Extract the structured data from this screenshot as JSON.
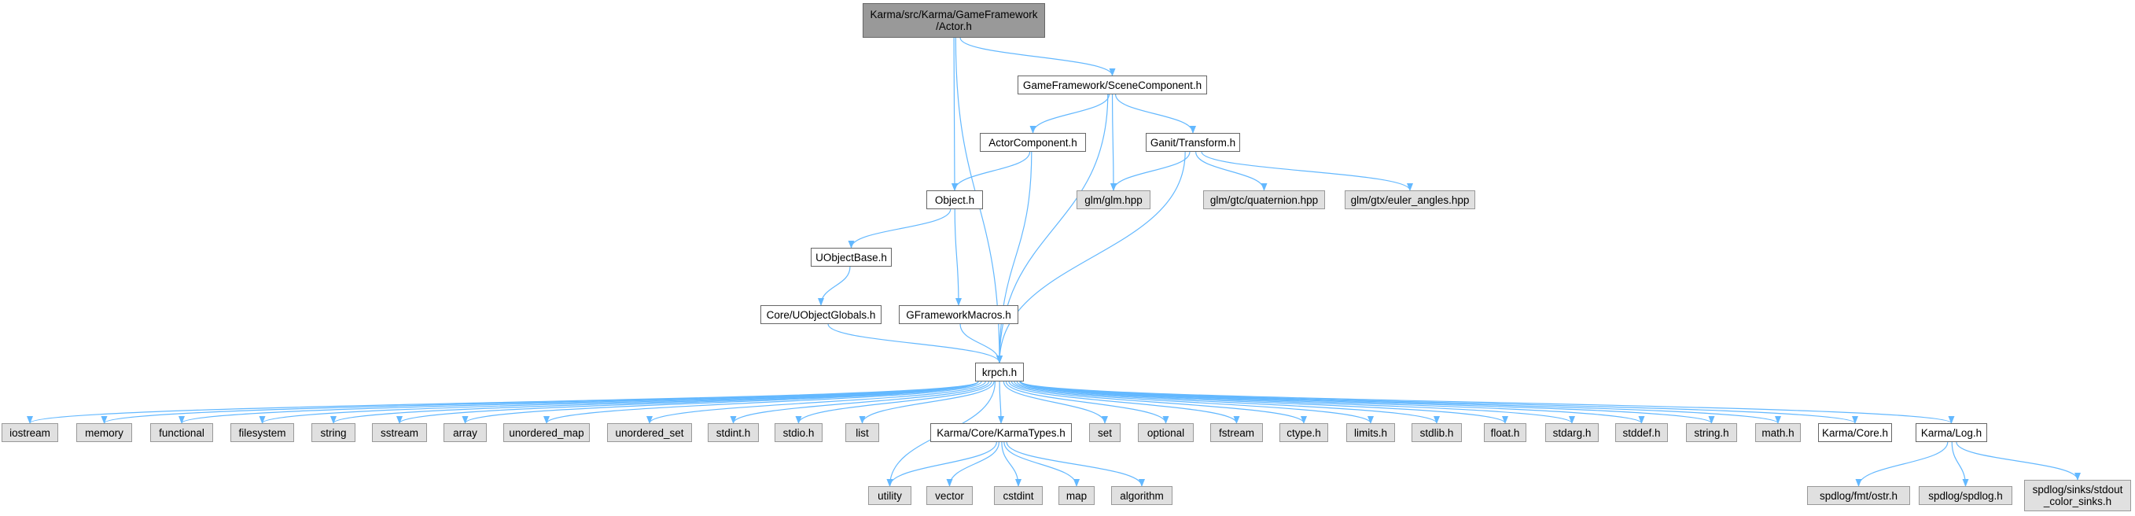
{
  "diagram": {
    "root": "Karma/src/Karma/GameFramework\n/Actor.h",
    "colors": {
      "edge": "#63b8ff",
      "root_fill": "#999999",
      "header_fill": "#ffffff",
      "system_fill": "#e0e0e0",
      "border": "#666666"
    },
    "nodes": {
      "actor": "Karma/src/Karma/GameFramework\n/Actor.h",
      "scenecomponent": "GameFramework/SceneComponent.h",
      "actorcomponent": "ActorComponent.h",
      "transform": "Ganit/Transform.h",
      "object": "Object.h",
      "glm": "glm/glm.hpp",
      "quaternion": "glm/gtc/quaternion.hpp",
      "euler": "glm/gtx/euler_angles.hpp",
      "uobjectbase": "UObjectBase.h",
      "uobjectglobals": "Core/UObjectGlobals.h",
      "gframeworkmacros": "GFrameworkMacros.h",
      "krpch": "krpch.h",
      "iostream": "iostream",
      "memory": "memory",
      "functional": "functional",
      "filesystem": "filesystem",
      "string": "string",
      "sstream": "sstream",
      "array": "array",
      "unordered_map": "unordered_map",
      "unordered_set": "unordered_set",
      "stdint": "stdint.h",
      "stdio": "stdio.h",
      "list": "list",
      "karmatypes": "Karma/Core/KarmaTypes.h",
      "set": "set",
      "optional": "optional",
      "fstream": "fstream",
      "ctype": "ctype.h",
      "limits": "limits.h",
      "stdlib": "stdlib.h",
      "float": "float.h",
      "stdarg": "stdarg.h",
      "stddef": "stddef.h",
      "stringh": "string.h",
      "math": "math.h",
      "core": "Karma/Core.h",
      "log": "Karma/Log.h",
      "utility": "utility",
      "vector": "vector",
      "cstdint": "cstdint",
      "map": "map",
      "algorithm": "algorithm",
      "ostr": "spdlog/fmt/ostr.h",
      "spdlog": "spdlog/spdlog.h",
      "stdoutsinks": "spdlog/sinks/stdout\n_color_sinks.h"
    },
    "edges": [
      [
        "actor",
        "scenecomponent"
      ],
      [
        "actor",
        "object"
      ],
      [
        "actor",
        "krpch"
      ],
      [
        "scenecomponent",
        "actorcomponent"
      ],
      [
        "scenecomponent",
        "glm"
      ],
      [
        "scenecomponent",
        "transform"
      ],
      [
        "scenecomponent",
        "krpch"
      ],
      [
        "actorcomponent",
        "object"
      ],
      [
        "actorcomponent",
        "krpch"
      ],
      [
        "transform",
        "glm"
      ],
      [
        "transform",
        "quaternion"
      ],
      [
        "transform",
        "euler"
      ],
      [
        "transform",
        "krpch"
      ],
      [
        "object",
        "uobjectbase"
      ],
      [
        "object",
        "gframeworkmacros"
      ],
      [
        "uobjectbase",
        "uobjectglobals"
      ],
      [
        "uobjectglobals",
        "krpch"
      ],
      [
        "gframeworkmacros",
        "krpch"
      ],
      [
        "krpch",
        "iostream"
      ],
      [
        "krpch",
        "memory"
      ],
      [
        "krpch",
        "functional"
      ],
      [
        "krpch",
        "filesystem"
      ],
      [
        "krpch",
        "string"
      ],
      [
        "krpch",
        "sstream"
      ],
      [
        "krpch",
        "array"
      ],
      [
        "krpch",
        "unordered_map"
      ],
      [
        "krpch",
        "unordered_set"
      ],
      [
        "krpch",
        "stdint"
      ],
      [
        "krpch",
        "stdio"
      ],
      [
        "krpch",
        "list"
      ],
      [
        "krpch",
        "utility"
      ],
      [
        "krpch",
        "karmatypes"
      ],
      [
        "krpch",
        "set"
      ],
      [
        "krpch",
        "optional"
      ],
      [
        "krpch",
        "fstream"
      ],
      [
        "krpch",
        "ctype"
      ],
      [
        "krpch",
        "limits"
      ],
      [
        "krpch",
        "stdlib"
      ],
      [
        "krpch",
        "float"
      ],
      [
        "krpch",
        "stdarg"
      ],
      [
        "krpch",
        "stddef"
      ],
      [
        "krpch",
        "stringh"
      ],
      [
        "krpch",
        "math"
      ],
      [
        "krpch",
        "core"
      ],
      [
        "krpch",
        "log"
      ],
      [
        "karmatypes",
        "utility"
      ],
      [
        "karmatypes",
        "vector"
      ],
      [
        "karmatypes",
        "cstdint"
      ],
      [
        "karmatypes",
        "map"
      ],
      [
        "karmatypes",
        "algorithm"
      ],
      [
        "log",
        "ostr"
      ],
      [
        "log",
        "spdlog"
      ],
      [
        "log",
        "stdoutsinks"
      ]
    ]
  }
}
